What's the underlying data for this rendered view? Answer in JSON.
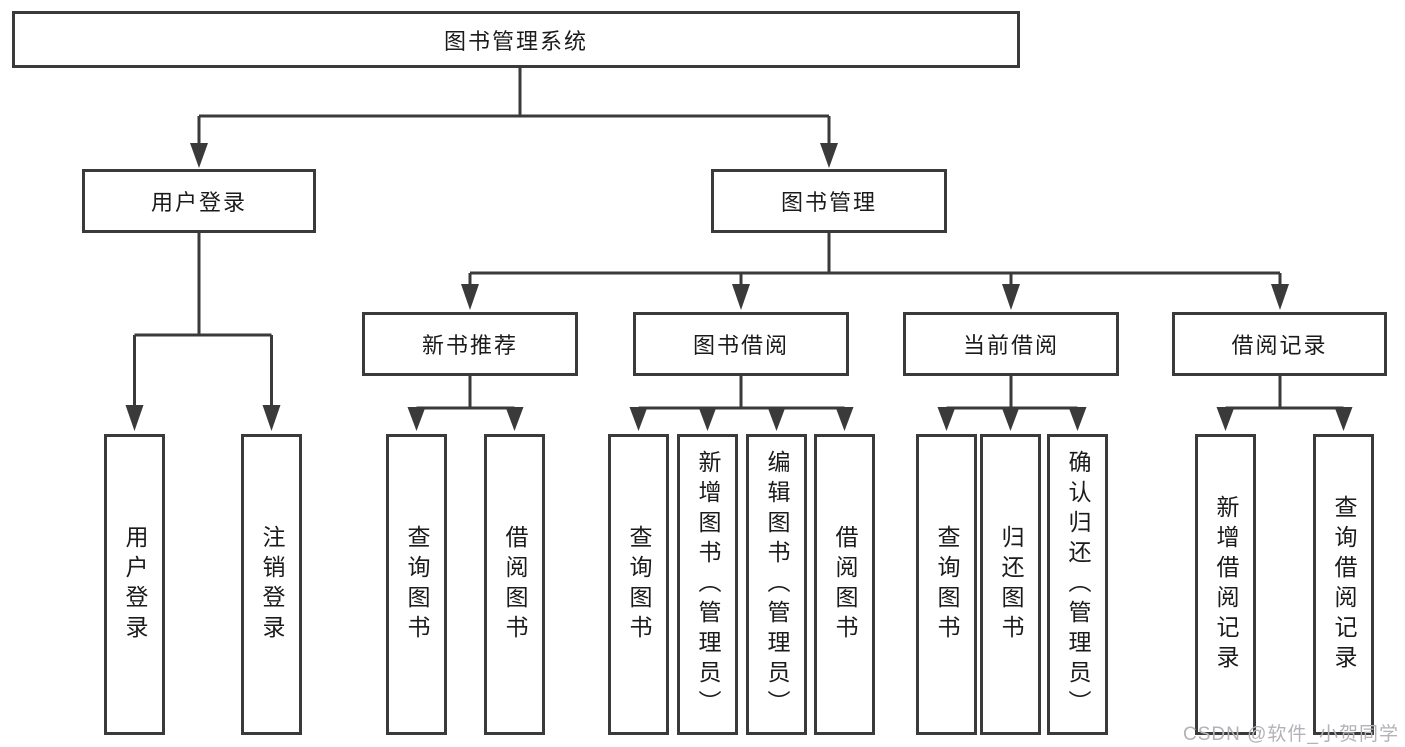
{
  "colors": {
    "line": "#3a3a3a",
    "box_border": "#3a3a3a",
    "box_fill": "#ffffff",
    "text": "#1b1b1b",
    "watermark": "#b2b2b8",
    "background": "#ffffff"
  },
  "watermark": {
    "text": "CSDN @软件_小贺同学"
  },
  "tree": {
    "root": {
      "label": "图书管理系统"
    },
    "branches": [
      {
        "label": "用户登录",
        "children": [
          {
            "label": "用户登录"
          },
          {
            "label": "注销登录"
          }
        ]
      },
      {
        "label": "图书管理",
        "children": [
          {
            "label": "新书推荐",
            "children": [
              {
                "label": "查询图书"
              },
              {
                "label": "借阅图书"
              }
            ]
          },
          {
            "label": "图书借阅",
            "children": [
              {
                "label": "查询图书"
              },
              {
                "label": "新增图书（管理员）"
              },
              {
                "label": "编辑图书（管理员）"
              },
              {
                "label": "借阅图书"
              }
            ]
          },
          {
            "label": "当前借阅",
            "children": [
              {
                "label": "查询图书"
              },
              {
                "label": "归还图书"
              },
              {
                "label": "确认归还（管理员）"
              }
            ]
          },
          {
            "label": "借阅记录",
            "children": [
              {
                "label": "新增借阅记录"
              },
              {
                "label": "查询借阅记录"
              }
            ]
          }
        ]
      }
    ]
  }
}
